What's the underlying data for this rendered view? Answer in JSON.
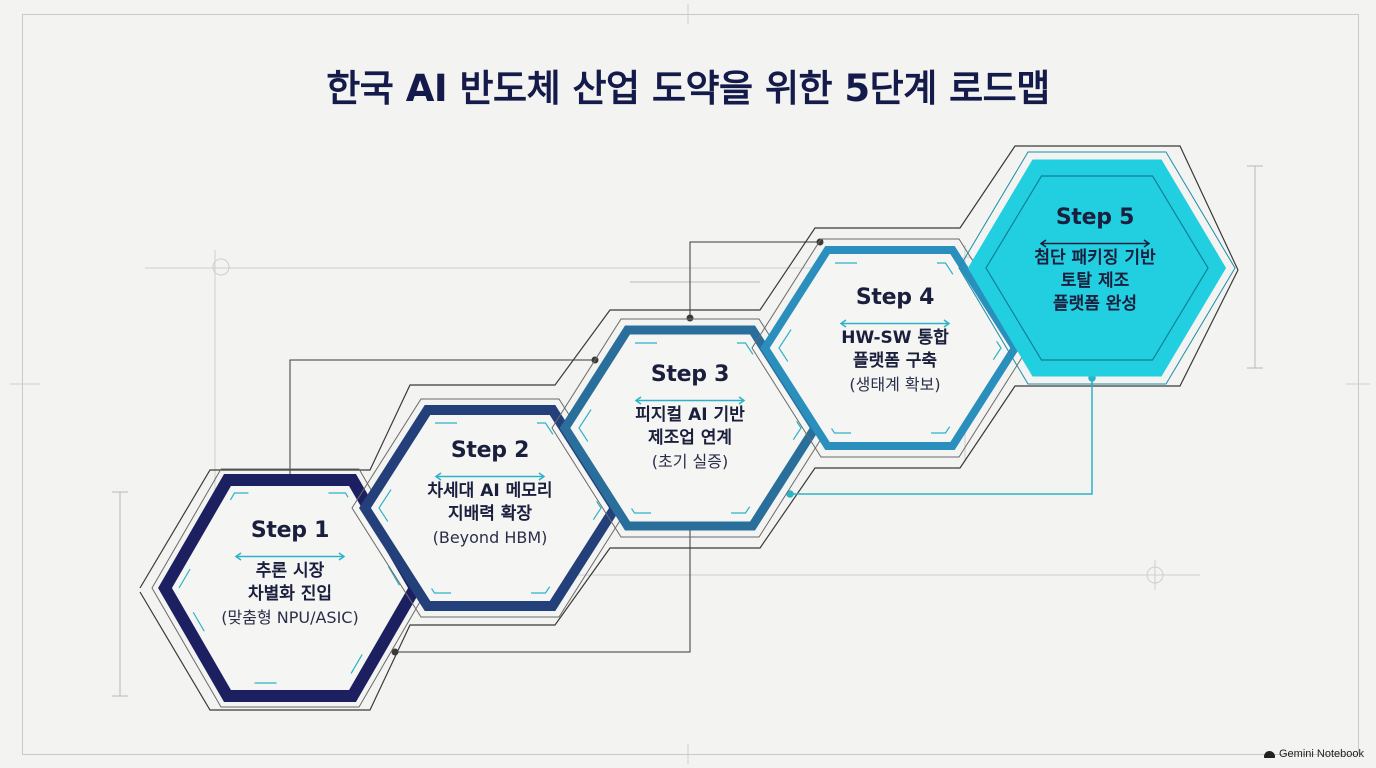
{
  "title": "한국 AI 반도체 산업 도약을 위한 5단계 로드맵",
  "steps": [
    {
      "step": "Step 1",
      "line1": "추론 시장",
      "line2": "차별화 진입",
      "sub": "(맞춤형 NPU/ASIC)"
    },
    {
      "step": "Step 2",
      "line1": "차세대 AI 메모리",
      "line2": "지배력 확장",
      "sub": "(Beyond HBM)"
    },
    {
      "step": "Step 3",
      "line1": "피지컬 AI 기반",
      "line2": "제조업 연계",
      "sub": "(초기 실증)"
    },
    {
      "step": "Step 4",
      "line1": "HW-SW 통합",
      "line2": "플랫폼 구축",
      "sub": "(생태계 확보)"
    },
    {
      "step": "Step 5",
      "line1": "첨단 패키징 기반",
      "line2": "토탈 제조",
      "sub": "플랫폼 완성"
    }
  ],
  "colors": {
    "step1": "#1c2060",
    "step2": "#24407a",
    "step3": "#2a6f9c",
    "step4": "#2b8fbd",
    "step5": "#22cfe0",
    "accent": "#2bb3c7"
  },
  "brand": "Gemini Notebook"
}
